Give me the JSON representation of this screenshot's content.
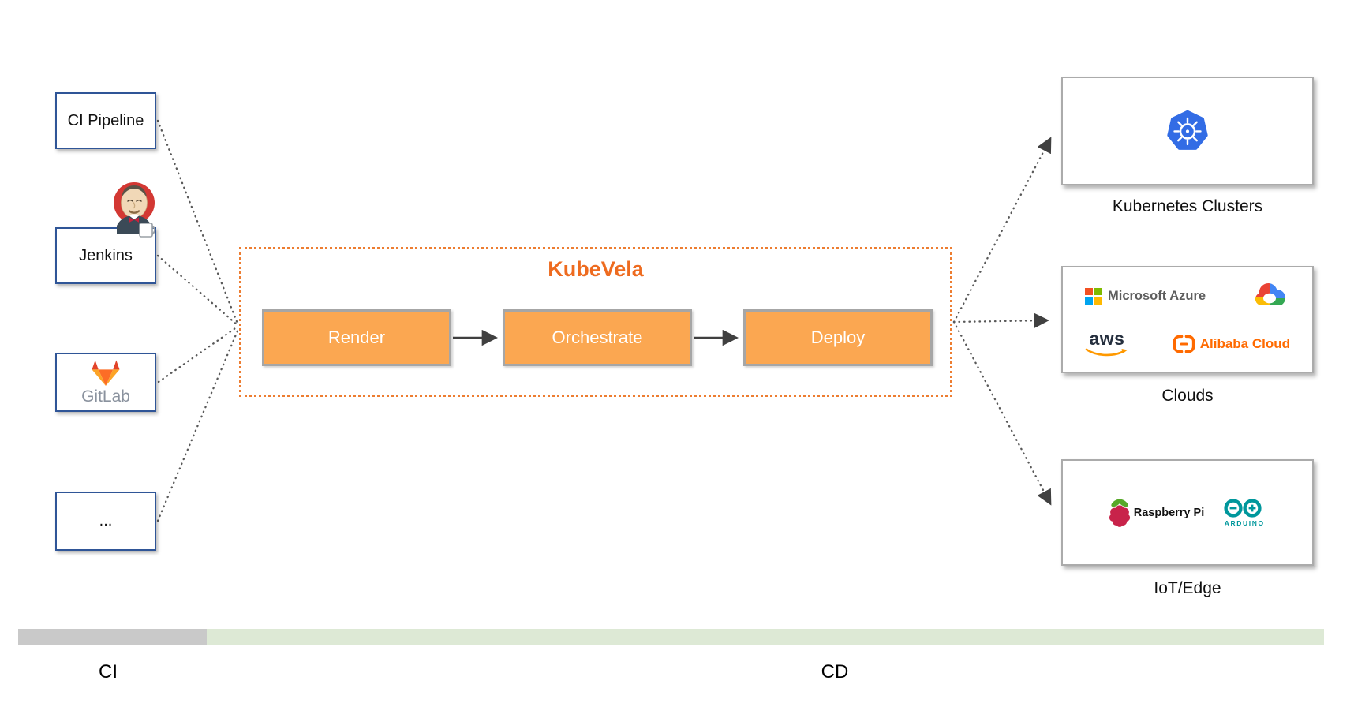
{
  "sources": {
    "items": [
      {
        "label": "CI Pipeline"
      },
      {
        "label": "Jenkins"
      },
      {
        "label": "GitLab"
      },
      {
        "label": "..."
      }
    ]
  },
  "kubevela": {
    "title": "KubeVela",
    "stages": [
      {
        "label": "Render"
      },
      {
        "label": "Orchestrate"
      },
      {
        "label": "Deploy"
      }
    ]
  },
  "targets": {
    "kubernetes": {
      "label": "Kubernetes Clusters",
      "icon": "kubernetes-icon"
    },
    "clouds": {
      "label": "Clouds",
      "azure_label": "Microsoft Azure",
      "google_icon": "google-cloud-icon",
      "aws_label": "aws",
      "alibaba_label": "Alibaba Cloud"
    },
    "iot": {
      "label": "IoT/Edge",
      "raspberry_label": "Raspberry Pi",
      "arduino_label": "ARDUINO"
    }
  },
  "phase_bar": {
    "ci_label": "CI",
    "cd_label": "CD",
    "ci_color": "#C9C9C9",
    "cd_color": "#DDE9D5"
  },
  "icons": [
    "jenkins-butler-icon",
    "gitlab-fox-icon",
    "kubernetes-icon",
    "microsoft-azure-icon",
    "google-cloud-icon",
    "aws-icon",
    "alibaba-cloud-icon",
    "raspberry-pi-icon",
    "arduino-icon"
  ],
  "colors": {
    "kubevela_title": "#EE6B1F",
    "kubevela_border": "#ED7D31",
    "stage_fill": "#FBA751",
    "stage_border": "#A6A6A6",
    "source_border": "#2F5597",
    "target_border": "#ABABAB",
    "connector_dotted": "#595959",
    "arrow_solid": "#404040",
    "bar_gray": "#C9C9C9",
    "bar_green": "#DDE9D5"
  }
}
